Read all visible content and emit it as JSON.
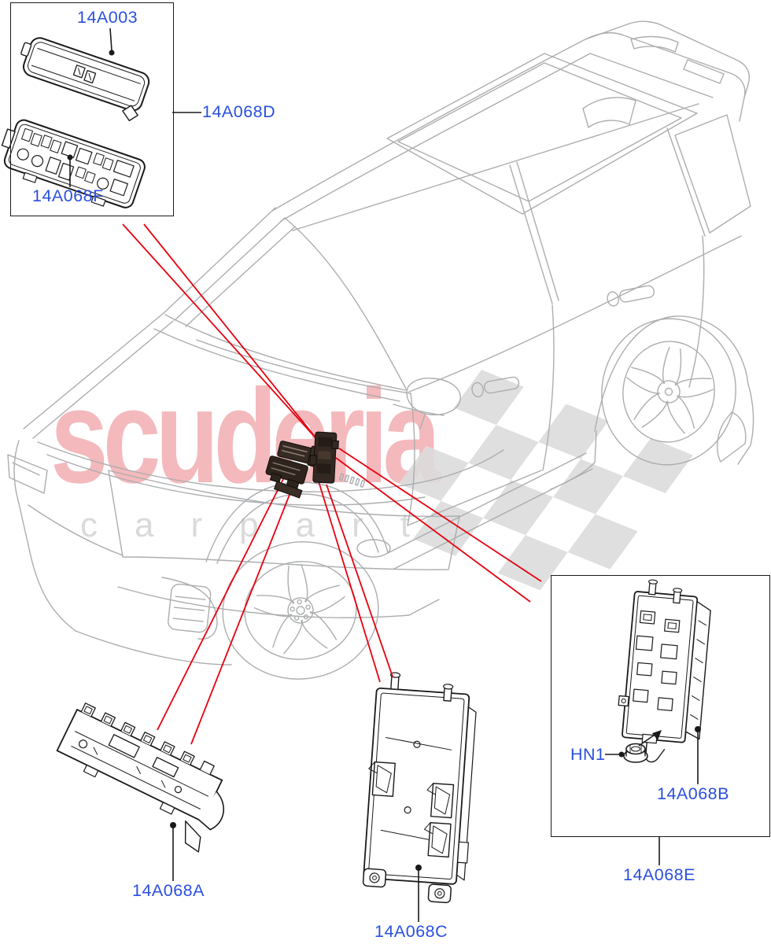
{
  "watermark": {
    "brand": "scuderia",
    "subtext": "carparts"
  },
  "callouts": {
    "box_top": {
      "cover": "14A003",
      "fusebox": "14A068F",
      "assembly": "14A068D"
    },
    "module_a": "14A068A",
    "module_c": "14A068C",
    "box_right": {
      "nut": "HN1",
      "module": "14A068B",
      "assembly": "14A068E"
    }
  },
  "colors": {
    "callout": "#2a4fdf",
    "red": "#e8000d",
    "ink": "#1a1a1a",
    "car": "#abadaf",
    "pink": "#f4b9bc",
    "subgray": "#dadada",
    "flag": "#dcdcdc"
  }
}
